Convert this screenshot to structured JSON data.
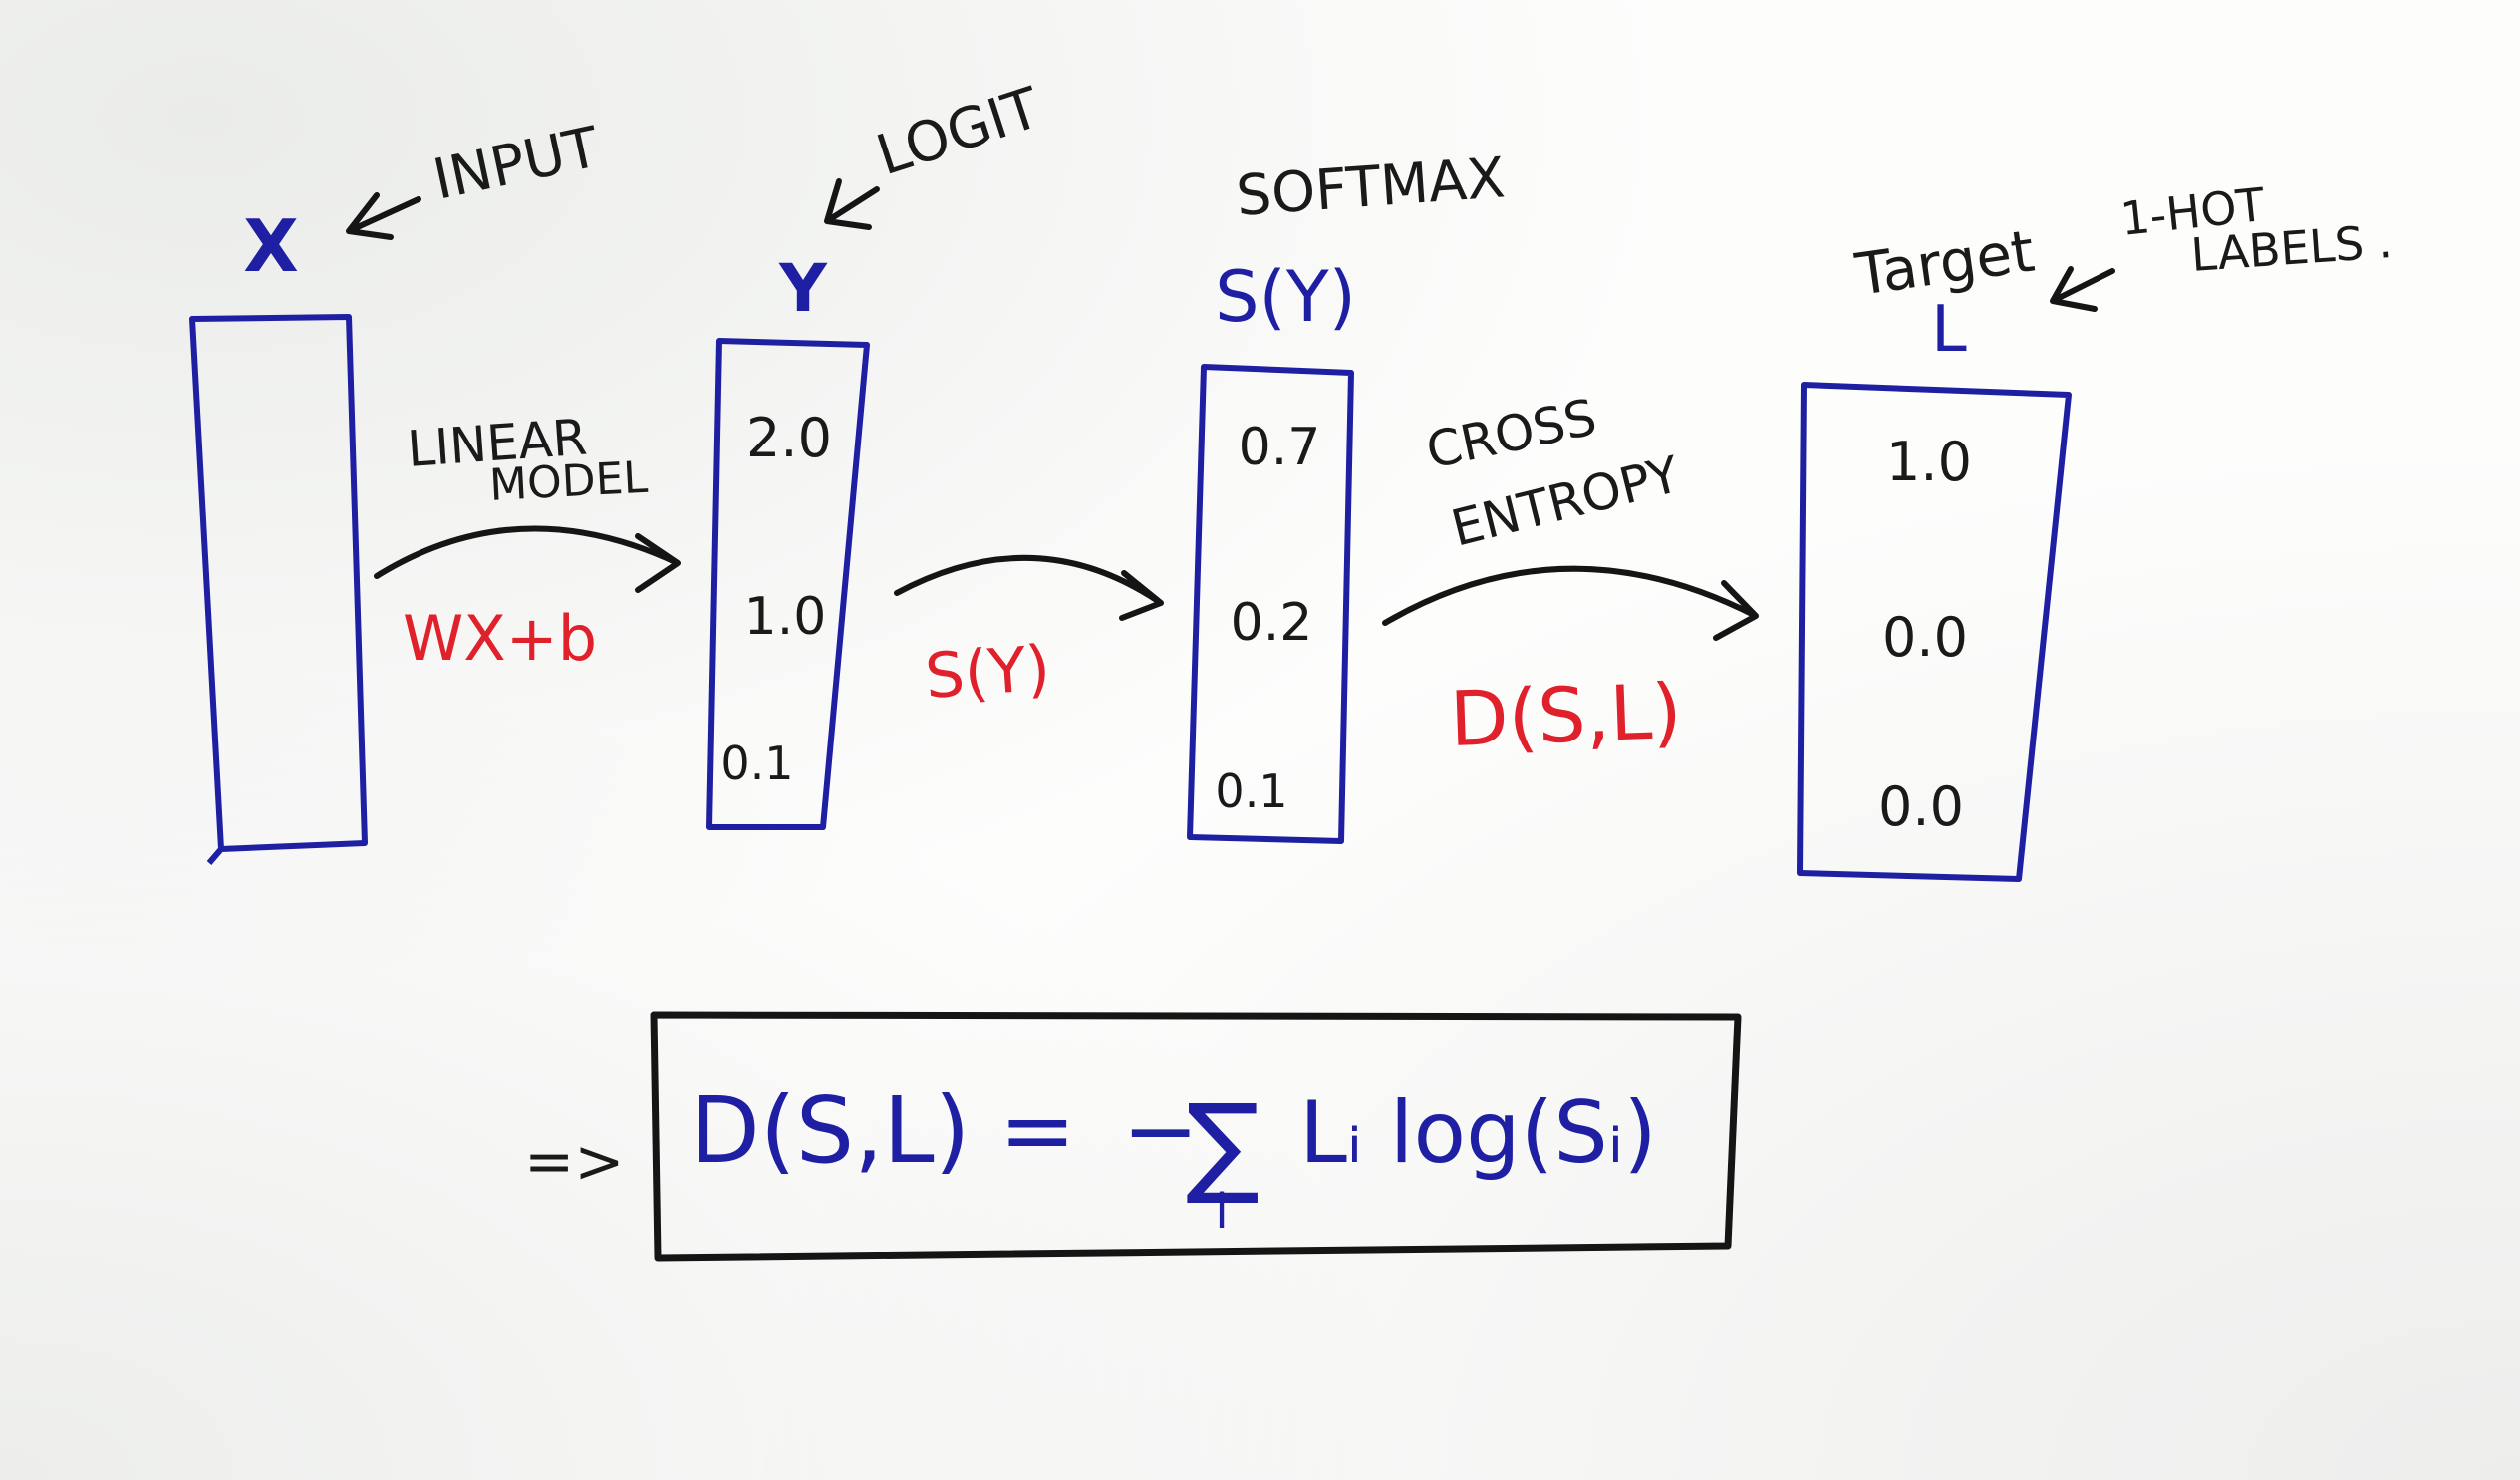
{
  "labels": {
    "input_var": "X",
    "input_label": "INPUT",
    "logit_var": "Y",
    "logit_label": "LOGIT",
    "softmax_label": "SOFTMAX",
    "softmax_var": "S(Y)",
    "target_label": "Target",
    "target_var": "L",
    "onehot_line1": "1-HOT",
    "onehot_line2": "LABELS ."
  },
  "transforms": {
    "linear_line1": "LINEAR",
    "linear_line2": "MODEL",
    "linear_formula": "WX+b",
    "softmax_formula": "S(Y)",
    "ce_line1": "CROSS",
    "ce_line2": "ENTROPY",
    "ce_formula": "D(S,L)"
  },
  "logit_values": [
    "2.0",
    "1.0",
    "0.1"
  ],
  "softmax_values": [
    "0.7",
    "0.2",
    "0.1"
  ],
  "target_values": [
    "1.0",
    "0.0",
    "0.0"
  ],
  "equation": {
    "implies": "=>",
    "lhs": "D(S,L) =",
    "minus": "−",
    "sigma": "∑",
    "sigma_index": "i",
    "term": "Lᵢ log(Sᵢ)"
  },
  "colors": {
    "ink_black": "#1a1a1a",
    "ink_blue": "#1f1fa3",
    "ink_red": "#e0202a"
  }
}
